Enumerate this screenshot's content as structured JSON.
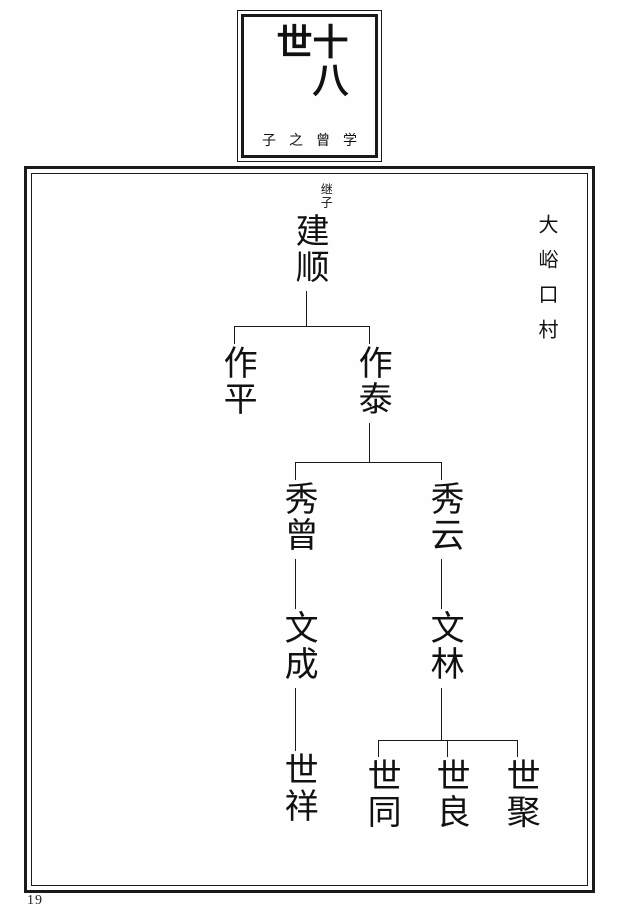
{
  "page_number": "19",
  "title_box": {
    "generation": "十八世",
    "subtitle": "子之曾学"
  },
  "location_label": "大峪口村",
  "tree": {
    "note_adopted": "继子",
    "root": "建顺",
    "gen2": [
      "作平",
      "作泰"
    ],
    "gen3": [
      "秀曾",
      "秀云"
    ],
    "gen4": [
      "文成",
      "文林"
    ],
    "gen5_left": "世祥",
    "gen5_right": [
      "世同",
      "世良",
      "世聚"
    ]
  }
}
